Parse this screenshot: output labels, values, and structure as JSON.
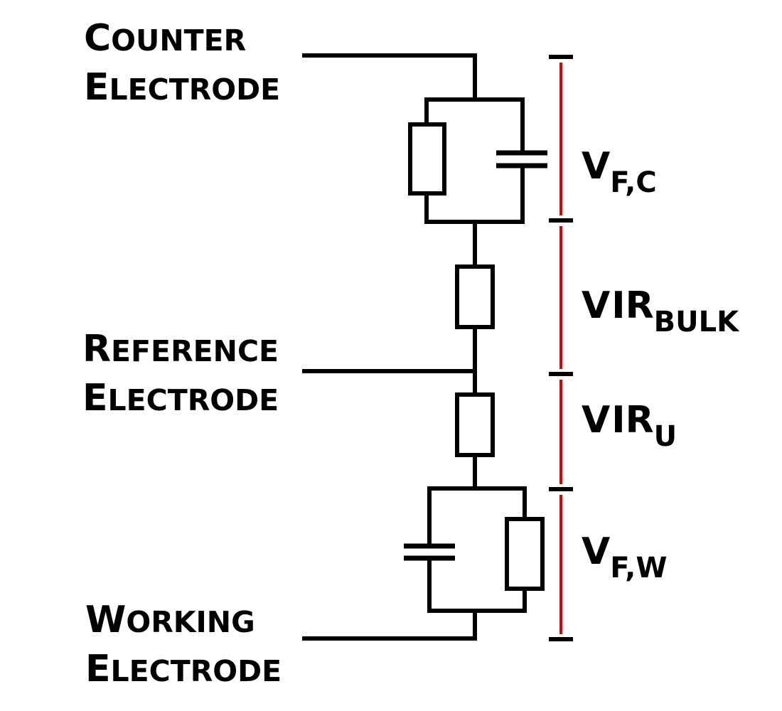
{
  "electrodes": {
    "counter": {
      "line1": "Counter",
      "line2": "Electrode"
    },
    "reference": {
      "line1": "Reference",
      "line2": "Electrode"
    },
    "working": {
      "line1": "Working",
      "line2": "Electrode"
    }
  },
  "voltages": {
    "vfc": {
      "main": "V",
      "sub": "F,C"
    },
    "virbulk": {
      "main": "V",
      "mid": "IR",
      "sub": "BULK"
    },
    "viru": {
      "main": "V",
      "mid": "IR",
      "sub": "U"
    },
    "vfw": {
      "main": "V",
      "sub": "F,W"
    }
  },
  "colors": {
    "wire": "#000000",
    "span_marker": "#e00000",
    "background": "#ffffff"
  }
}
